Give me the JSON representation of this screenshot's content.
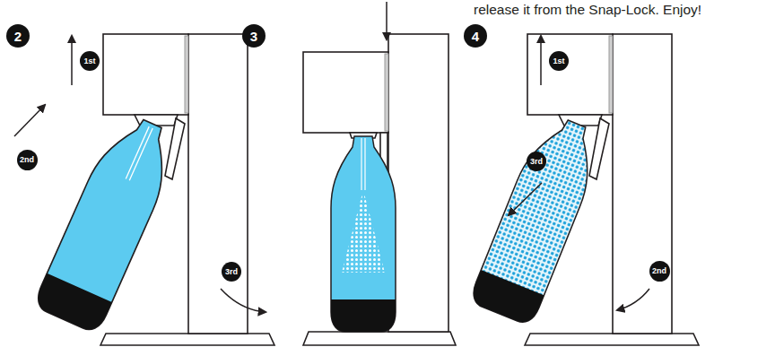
{
  "diagram": {
    "labels": [
      "release it from the Snap-Lock. Enjoy!",
      "2",
      "1st",
      "2nd",
      "3rd",
      "3",
      "4",
      "1st",
      "2nd",
      "3rd"
    ]
  }
}
